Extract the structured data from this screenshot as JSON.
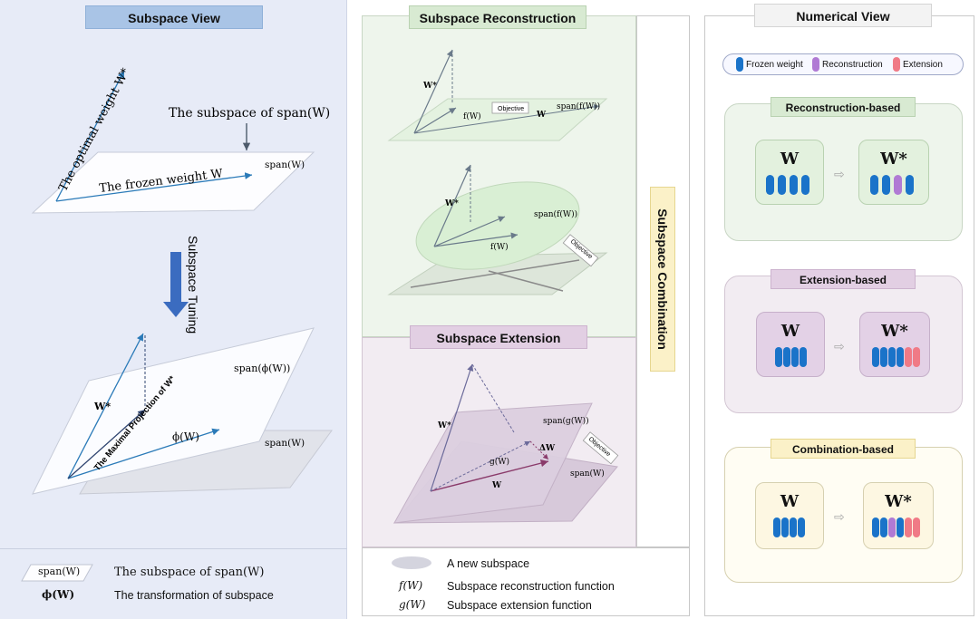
{
  "left_panel": {
    "title": "Subspace View",
    "top_plane": {
      "optimal_weight": "The optimal weight W*",
      "frozen_weight": "The frozen weight W",
      "subspace_callout": "The subspace of span(W)",
      "span_label": "span(W)"
    },
    "tuning_label": "Subspace Tuning",
    "bottom_plane": {
      "wstar": "W*",
      "projection": "The Maximal Projection of W*",
      "phi": "ϕ(W)",
      "span_phi": "span(ϕ(W))",
      "span_w": "span(W)"
    },
    "legend": [
      {
        "symbol": "span(W)",
        "text": "The subspace of span(W)"
      },
      {
        "symbol": "ϕ(W)",
        "text": "The transformation of subspace"
      }
    ]
  },
  "middle_panel": {
    "recon_title": "Subspace Reconstruction",
    "ext_title": "Subspace Extension",
    "comb_title": "Subspace Combination",
    "recon_top": {
      "wstar": "W*",
      "fw": "f(W)",
      "objective": "Objective",
      "w": "W",
      "span": "span(f(W))"
    },
    "recon_bottom": {
      "wstar": "W*",
      "span": "span(f(W))",
      "fw": "f(W)",
      "objective": "Objective"
    },
    "ext": {
      "wstar": "W*",
      "span_g": "span(g(W))",
      "dw": "ΔW",
      "gw": "g(W)",
      "w": "W",
      "span_w": "span(W)",
      "objective": "Objective"
    },
    "legend": [
      {
        "symbol": "",
        "text": "A new subspace"
      },
      {
        "symbol": "f(W)",
        "text": "Subspace reconstruction function"
      },
      {
        "symbol": "g(W)",
        "text": "Subspace extension function"
      }
    ]
  },
  "right_panel": {
    "title": "Numerical View",
    "legend": [
      {
        "label": "Frozen weight",
        "color": "#1a73c9"
      },
      {
        "label": "Reconstruction",
        "color": "#b07ad4"
      },
      {
        "label": "Extension",
        "color": "#f07a86"
      }
    ],
    "cards": [
      {
        "title": "Reconstruction-based",
        "left": "W",
        "right": "W*"
      },
      {
        "title": "Extension-based",
        "left": "W",
        "right": "W*"
      },
      {
        "title": "Combination-based",
        "left": "W",
        "right": "W*"
      }
    ]
  }
}
